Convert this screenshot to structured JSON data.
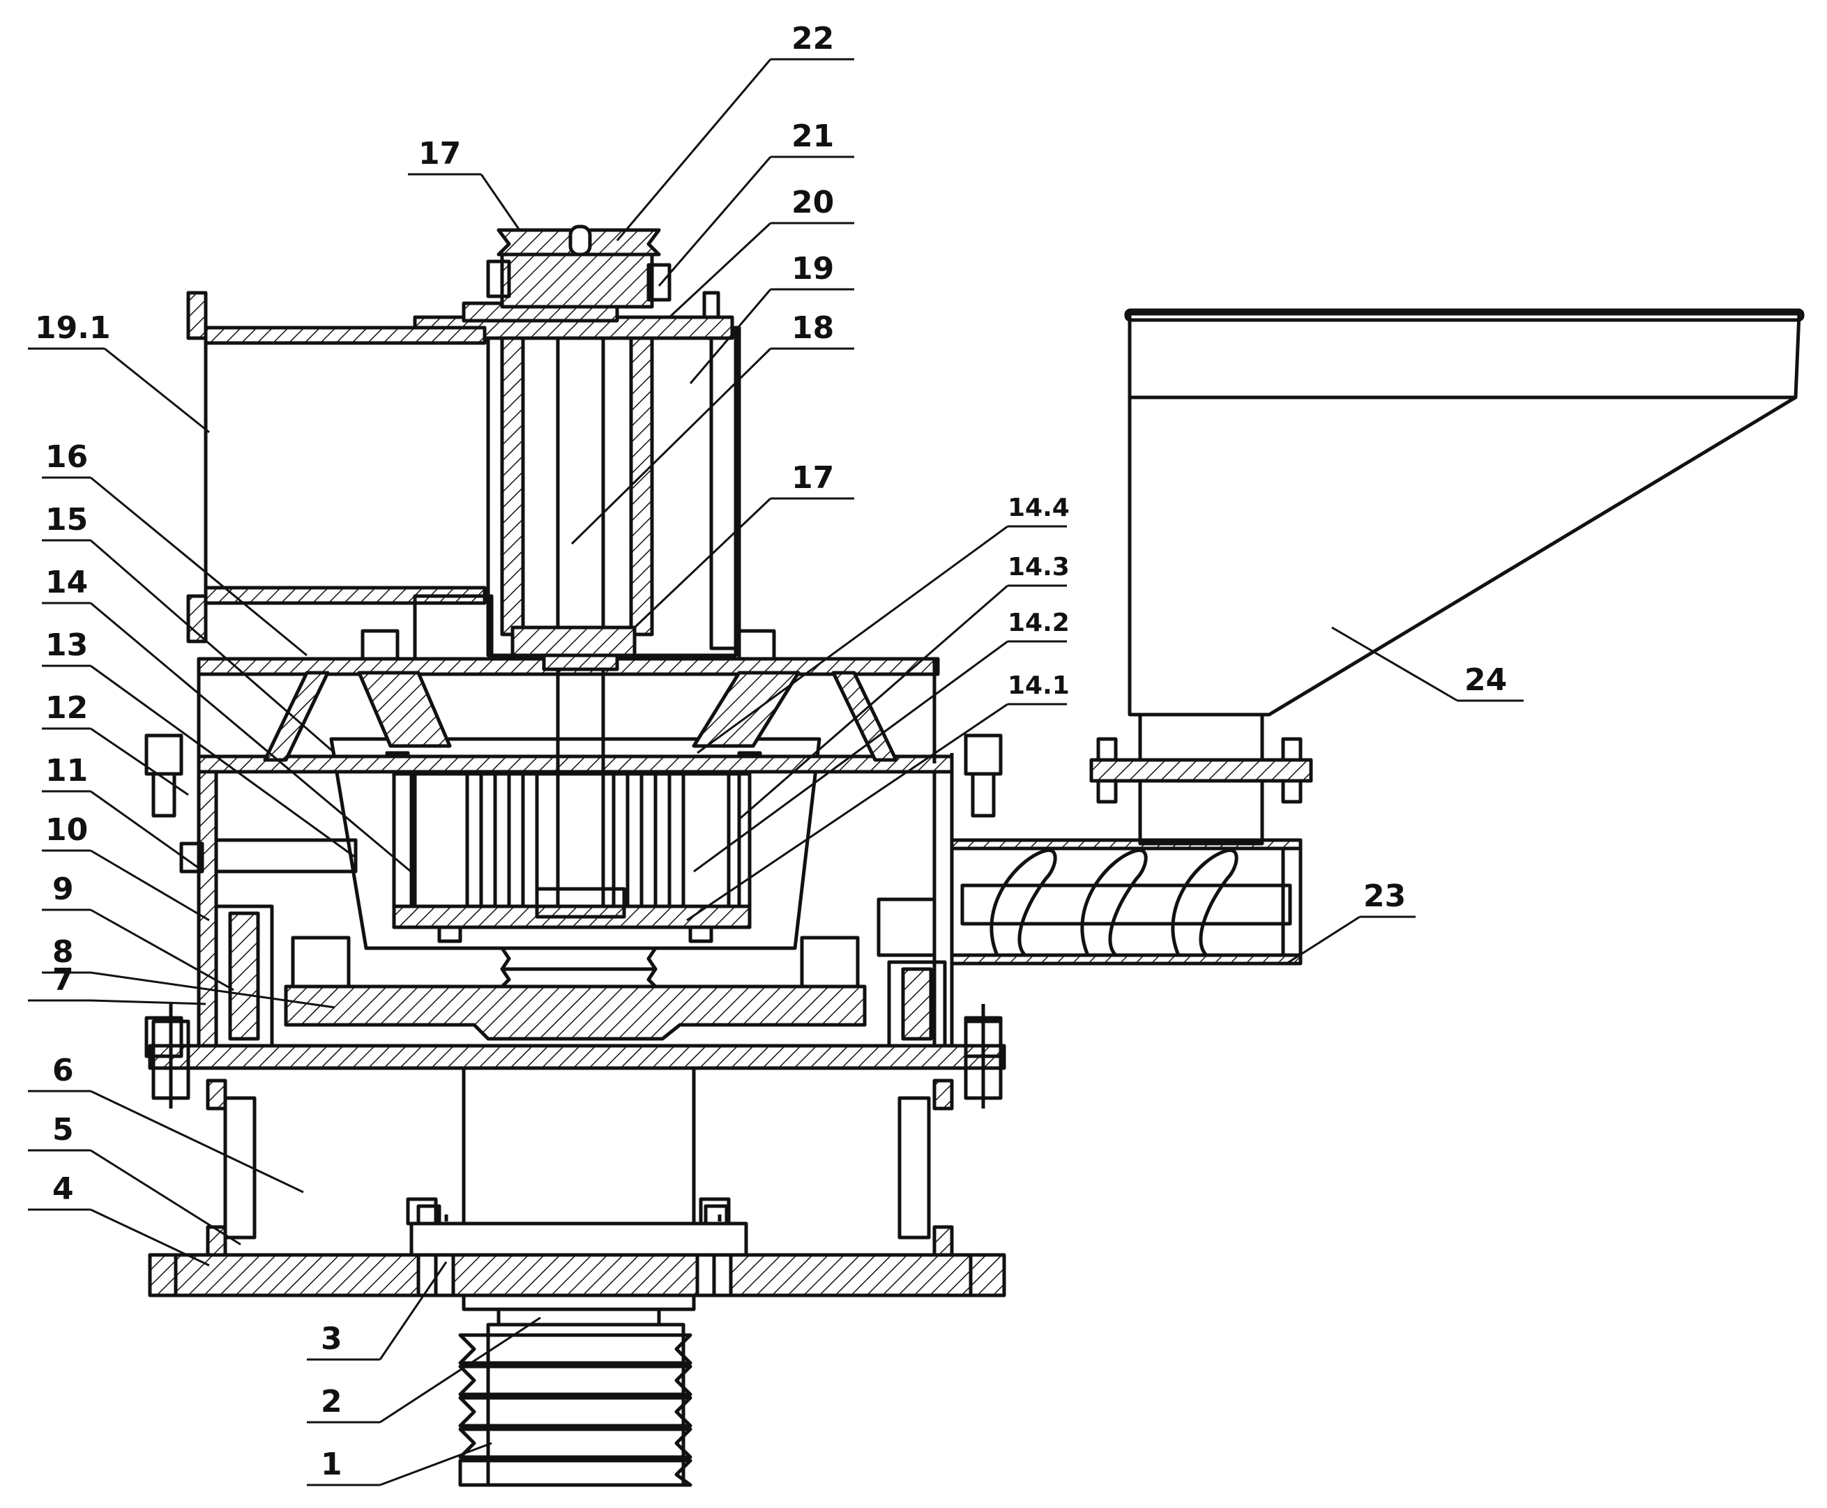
{
  "drawing": {
    "labels": {
      "l1": "1",
      "l2": "2",
      "l3": "3",
      "l4": "4",
      "l5": "5",
      "l6": "6",
      "l7": "7",
      "l8": "8",
      "l9": "9",
      "l10": "10",
      "l11": "11",
      "l12": "12",
      "l13": "13",
      "l14": "14",
      "l15": "15",
      "l16": "16",
      "l17a": "17",
      "l17b": "17",
      "l18": "18",
      "l19": "19",
      "l19_1": "19.1",
      "l20": "20",
      "l21": "21",
      "l22": "22",
      "l23": "23",
      "l24": "24",
      "l14_1": "14.1",
      "l14_2": "14.2",
      "l14_3": "14.3",
      "l14_4": "14.4"
    },
    "colors": {
      "line": "#111111",
      "background": "#ffffff"
    }
  }
}
